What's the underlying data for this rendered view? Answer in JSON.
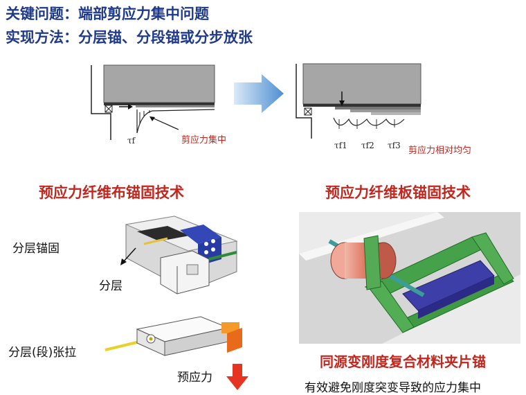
{
  "header": {
    "line1": "关键问题：端部剪应力集中问题",
    "line2": "实现方法：分层锚、分段锚或分步放张"
  },
  "top_diagram": {
    "left_tau": "τf",
    "left_note": "剪应力集中",
    "right_taus": [
      "τf1",
      "τf2",
      "τf3"
    ],
    "right_note": "剪应力相对均匀"
  },
  "left_section": {
    "title": "预应力纤维布锚固技术",
    "label_layered_anchor": "分层锚固",
    "label_layer": "分层",
    "label_tension": "分层(段)张拉",
    "label_prestress": "预应力"
  },
  "right_section": {
    "title": "预应力纤维板锚固技术",
    "caption": "同源变刚度复合材料夹片锚",
    "note": "有效避免刚度突变导致的应力集中"
  },
  "colors": {
    "heading_blue": "#1f3a8a",
    "section_red": "#c0271f",
    "arrow_blue": "#5b9bd5",
    "arrow_red": "#e53522"
  }
}
